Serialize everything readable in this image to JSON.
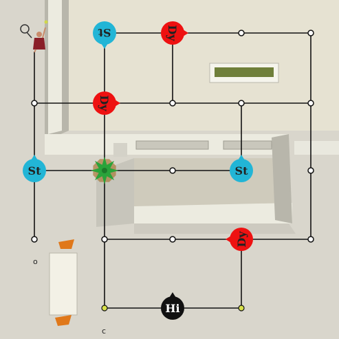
{
  "colors": {
    "ground": "#d9d6cc",
    "wall": "#ecebe0",
    "wall_shadow": "#b8b6ab",
    "grid_line": "#111111",
    "node_fill": "#ffffff",
    "node_stroke": "#111111",
    "exit_node_fill": "#d8e04a",
    "dy_token": "#ee1111",
    "st_token": "#22b5d6",
    "hi_token": "#111111",
    "hi_text": "#ffffff",
    "dark_text": "#222222",
    "player_token": "#2aa33a"
  },
  "tokens": [
    {
      "id": "st-top",
      "label": "St",
      "type": "st",
      "rotation": 180
    },
    {
      "id": "dy-top",
      "label": "Dy",
      "type": "dy",
      "rotation": 90
    },
    {
      "id": "dy-mid",
      "label": "Dy",
      "type": "dy",
      "rotation": 90
    },
    {
      "id": "st-left",
      "label": "St",
      "type": "st",
      "rotation": 0
    },
    {
      "id": "st-right",
      "label": "St",
      "type": "st",
      "rotation": 0
    },
    {
      "id": "dy-lower",
      "label": "Dy",
      "type": "dy",
      "rotation": 270
    },
    {
      "id": "hi-bottom",
      "label": "Hi",
      "type": "hi",
      "rotation": 0
    }
  ],
  "player": {
    "name": "player-token",
    "icon": "star-piece-icon"
  },
  "tennis_figure": {
    "icon": "tennis-player-icon"
  },
  "small_markers": [
    "o",
    "c"
  ]
}
